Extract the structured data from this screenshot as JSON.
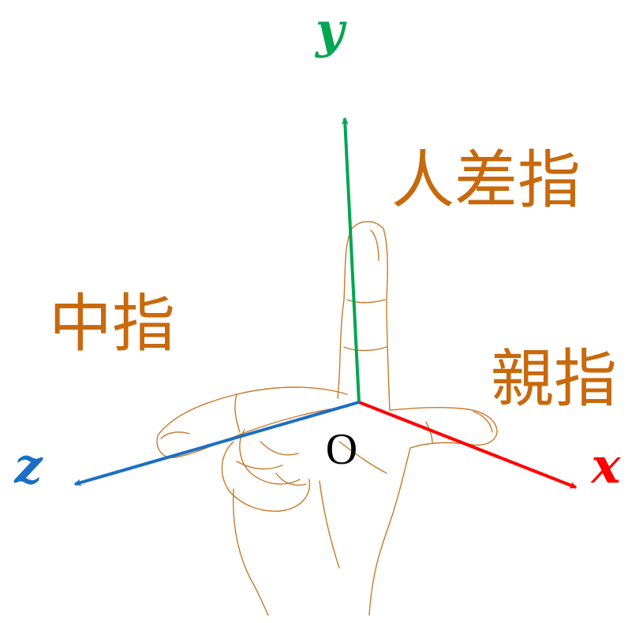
{
  "colors": {
    "x_axis": "#ff0000",
    "y_axis": "#00a651",
    "z_axis": "#1a6fc4",
    "finger_text": "#c8690c",
    "hand_outline": "#c87a2a",
    "origin_text": "#000000"
  },
  "axes": {
    "x": {
      "label": "x"
    },
    "y": {
      "label": "y"
    },
    "z": {
      "label": "z"
    }
  },
  "fingers": {
    "index": "人差指",
    "middle": "中指",
    "thumb": "親指"
  },
  "origin": {
    "label": "O"
  }
}
